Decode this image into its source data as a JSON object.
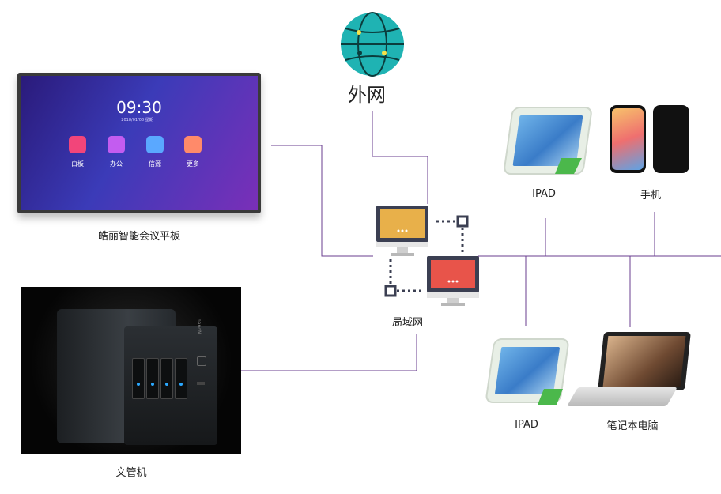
{
  "nodes": {
    "internet": {
      "label": "外网"
    },
    "lan": {
      "label": "局域网"
    },
    "smart_panel": {
      "label": "皓丽智能会议平板",
      "screen_time": "09:30",
      "screen_date": "2018/01/08  星期一",
      "apps": [
        {
          "label": "白板",
          "color": "#f2457a"
        },
        {
          "label": "办公",
          "color": "#c35cf0"
        },
        {
          "label": "信源",
          "color": "#5aa8ff"
        },
        {
          "label": "更多",
          "color": "#ff8a6a"
        }
      ]
    },
    "file_server": {
      "label": "文管机",
      "brand": "nanoN"
    },
    "ipad_top": {
      "label": "IPAD"
    },
    "phone": {
      "label": "手机"
    },
    "ipad_bottom": {
      "label": "IPAD"
    },
    "laptop": {
      "label": "笔记本电脑"
    }
  },
  "colors": {
    "link_line": "#6a3d8f",
    "globe": "#1fb3b3",
    "monitor_yellow": "#e8b04a",
    "monitor_red": "#e8544a",
    "monitor_dark": "#3b3f52"
  }
}
